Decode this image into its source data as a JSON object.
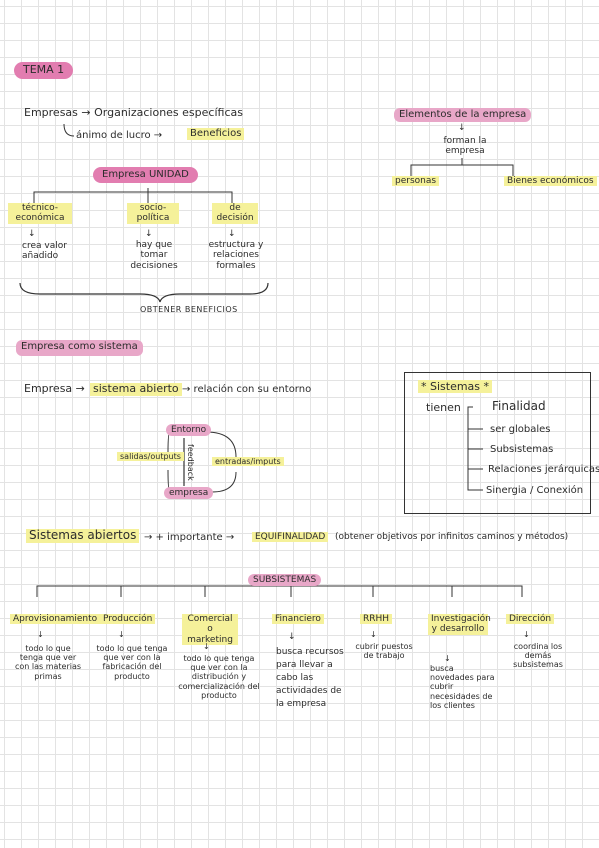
{
  "tema": "TEMA 1",
  "empresas": {
    "line1": "Empresas → Organizaciones específicas",
    "line2": "ánimo de lucro →",
    "beneficios": "Beneficios"
  },
  "elementos": {
    "title": "Elementos de la empresa",
    "arrow": "↓",
    "forman": "forman la empresa",
    "personas": "personas",
    "bienes": "Bienes económicos"
  },
  "unidad": {
    "title": "Empresa UNIDAD",
    "cols": [
      {
        "head": "técnico-económica",
        "arrow": "↓",
        "body": "crea valor añadido"
      },
      {
        "head": "socio-política",
        "arrow": "↓",
        "body": "hay que tomar decisiones"
      },
      {
        "head": "de decisión",
        "arrow": "↓",
        "body": "estructura y relaciones formales"
      }
    ],
    "footer": "OBTENER BENEFICIOS"
  },
  "sistema": {
    "heading": "Empresa como sistema",
    "line_prefix": "Empresa →",
    "abierto": "sistema abierto",
    "line_suffix": "→ relación con su entorno",
    "entorno": "Entorno",
    "empresa": "empresa",
    "salidas": "salidas/outputs",
    "entradas": "entradas/imputs",
    "feedback": "feedback"
  },
  "sistemas": {
    "title": "* Sistemas *",
    "tienen": "tienen",
    "items": [
      "Finalidad",
      "ser globales",
      "Subsistemas",
      "Relaciones jerárquicas",
      "Sinergia / Conexión"
    ]
  },
  "abiertos": {
    "label": "Sistemas abiertos",
    "mid": "→ + importante →",
    "equif": "EQUIFINALIDAD",
    "note": "(obtener objetivos por infinitos caminos y métodos)"
  },
  "subsistemas": {
    "title": "SUBSISTEMAS",
    "items": [
      {
        "name": "Aprovisionamiento",
        "arrow": "↓",
        "desc": "todo lo que tenga que ver con las materias primas"
      },
      {
        "name": "Producción",
        "arrow": "↓",
        "desc": "todo lo que tenga que ver con la fabricación del producto"
      },
      {
        "name": "Comercial o marketing",
        "arrow": "↓",
        "desc": "todo lo que tenga que ver con la distribución y comercialización del producto"
      },
      {
        "name": "Financiero",
        "arrow": "↓",
        "desc": "busca recursos para llevar a cabo las actividades de la empresa"
      },
      {
        "name": "RRHH",
        "arrow": "↓",
        "desc": "cubrir puestos de trabajo"
      },
      {
        "name": "Investigación y desarrollo",
        "arrow": "↓",
        "desc": "busca novedades para cubrir necesidades de los clientes"
      },
      {
        "name": "Dirección",
        "arrow": "↓",
        "desc": "coordina los demás subsistemas"
      }
    ]
  }
}
